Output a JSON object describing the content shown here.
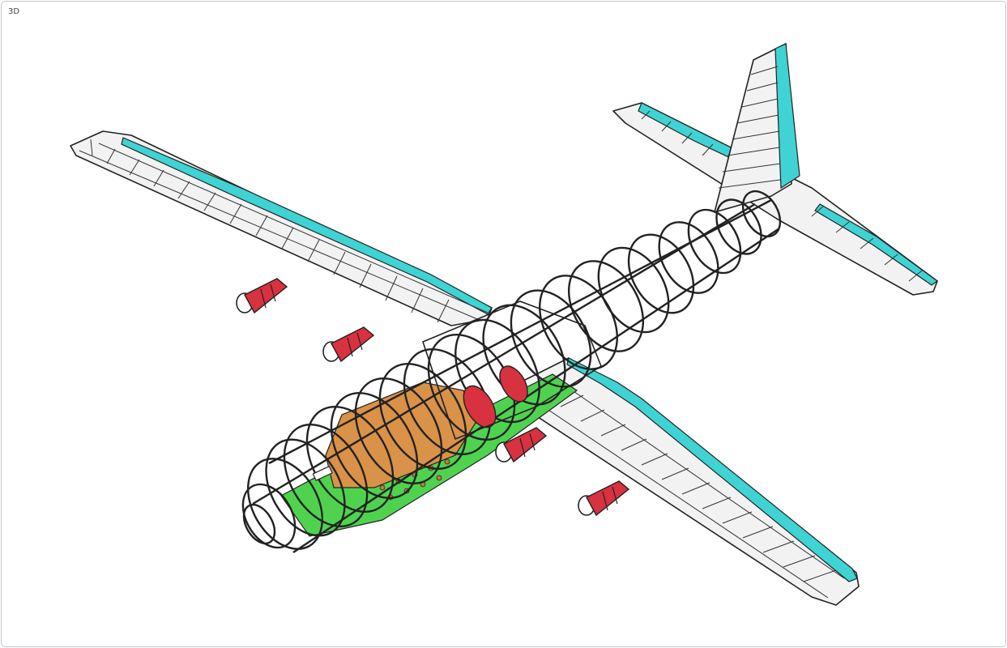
{
  "viewport": {
    "label": "3D"
  },
  "model": {
    "colors": {
      "background": "#ffffff",
      "frame": "#222222",
      "skin": "#f2f2f2",
      "control_surface": "#3fd3d3",
      "engine": "#d8313f",
      "cargo_floor": "#4fd34f",
      "cargo_box": "#d99248"
    },
    "icons": [
      "wing-left",
      "wing-right",
      "fuselage",
      "vertical-stabilizer",
      "horizontal-stabilizer",
      "engine"
    ]
  }
}
